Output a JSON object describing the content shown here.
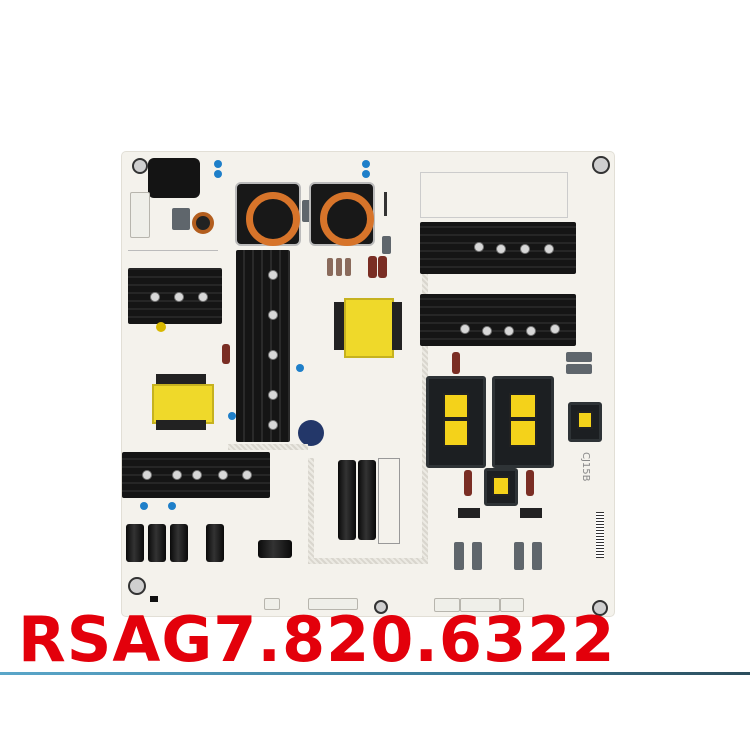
{
  "product": {
    "description": "TV power supply board product photo",
    "part_number": "RSAG7.820.6322"
  },
  "board": {
    "silkscreen_code": "CJ15B",
    "components": {
      "heatsinks": 4,
      "large_transformers": 2,
      "small_transformers": 2,
      "yellow_transformers": 2,
      "toroid_coils": 2,
      "electrolytic_capacitors": 7
    }
  },
  "colors": {
    "part_number_text": "#e3000b",
    "board_background": "#f4f2ec",
    "heatsink": "#111111",
    "transformer_yellow": "#f4d21a",
    "coil_copper": "#d7742a",
    "accent_rule": "#3b7d9b"
  }
}
